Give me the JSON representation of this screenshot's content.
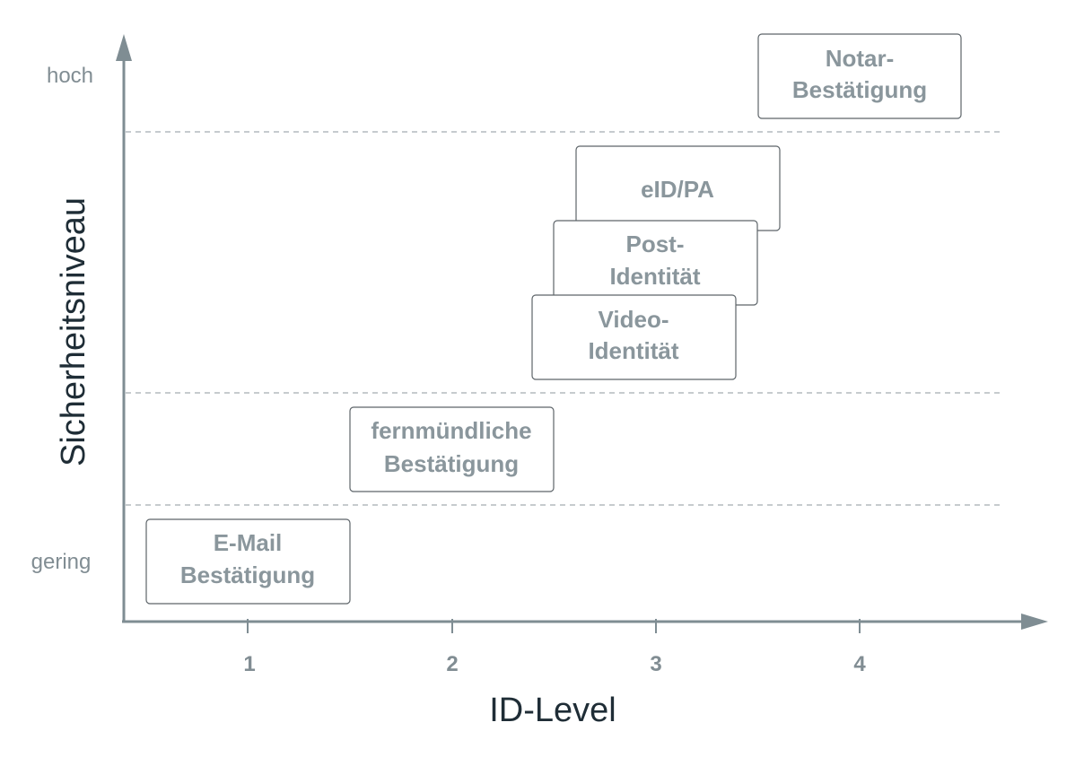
{
  "y_axis": {
    "title": "Sicherheitsniveau",
    "high_label": "hoch",
    "low_label": "gering"
  },
  "x_axis": {
    "title": "ID-Level",
    "ticks": [
      "1",
      "2",
      "3",
      "4"
    ]
  },
  "methods": [
    {
      "id": "email",
      "lines": [
        "E-Mail",
        "Bestätigung"
      ]
    },
    {
      "id": "phone",
      "lines": [
        "fernmündliche",
        "Bestätigung"
      ]
    },
    {
      "id": "eid",
      "lines": [
        "eID/PA"
      ]
    },
    {
      "id": "post",
      "lines": [
        "Post-",
        "Identität"
      ]
    },
    {
      "id": "video",
      "lines": [
        "Video-",
        "Identität"
      ]
    },
    {
      "id": "notary",
      "lines": [
        "Notar-",
        "Bestätigung"
      ]
    }
  ],
  "colors": {
    "axis": "#7f8d93",
    "axis_title": "#1f2d36",
    "box_text": "#8a969c",
    "box_border": "#5d6469"
  }
}
